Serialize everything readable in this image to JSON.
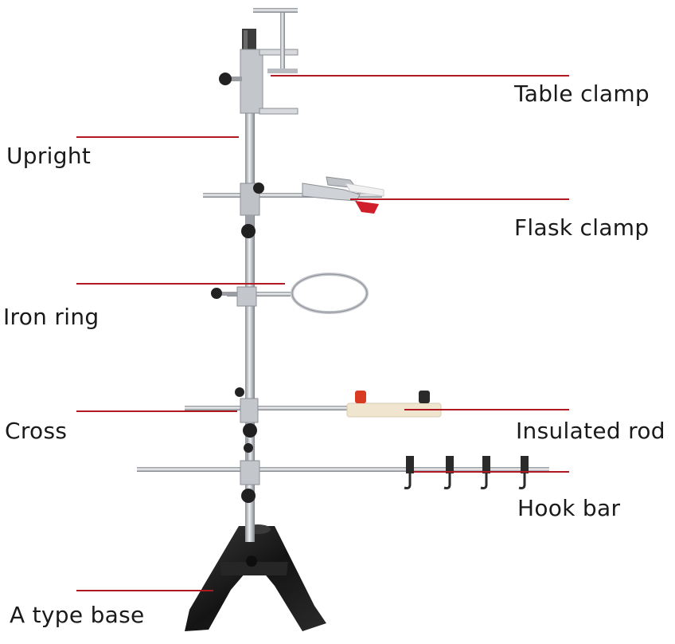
{
  "labels": {
    "table_clamp": "Table clamp",
    "upright": "Upright",
    "flask_clamp": "Flask clamp",
    "iron_ring": "Iron ring",
    "cross": "Cross",
    "insulated_rod": "Insulated rod",
    "hook_bar": "Hook bar",
    "a_type_base": "A type base"
  },
  "colors": {
    "leader_line": "#b01822",
    "metal": "#c9ccd1",
    "metal_dark": "#8b8f95",
    "base": "#1c1c1c",
    "knob": "#202020",
    "insulator": "#f0e6cf",
    "red_cap": "#d83a22",
    "red_tip": "#d01f2a"
  }
}
